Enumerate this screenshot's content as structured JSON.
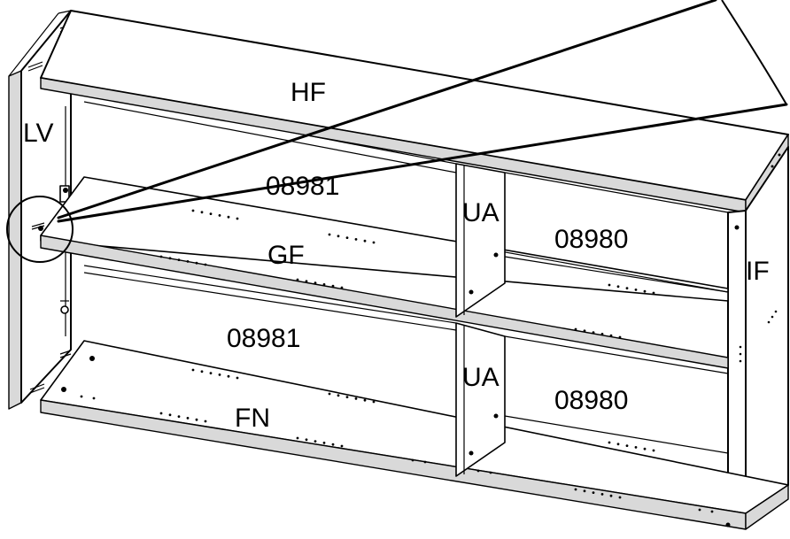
{
  "labels": {
    "left_side": "LV",
    "right_side": "IF",
    "top_panel": "HF",
    "middle_shelf": "GF",
    "bottom_panel": "FN",
    "upper_divider": "UA",
    "lower_divider": "UA",
    "upper_left_part": "08981",
    "upper_right_part": "08980",
    "lower_left_part": "08981",
    "lower_right_part": "08980"
  }
}
